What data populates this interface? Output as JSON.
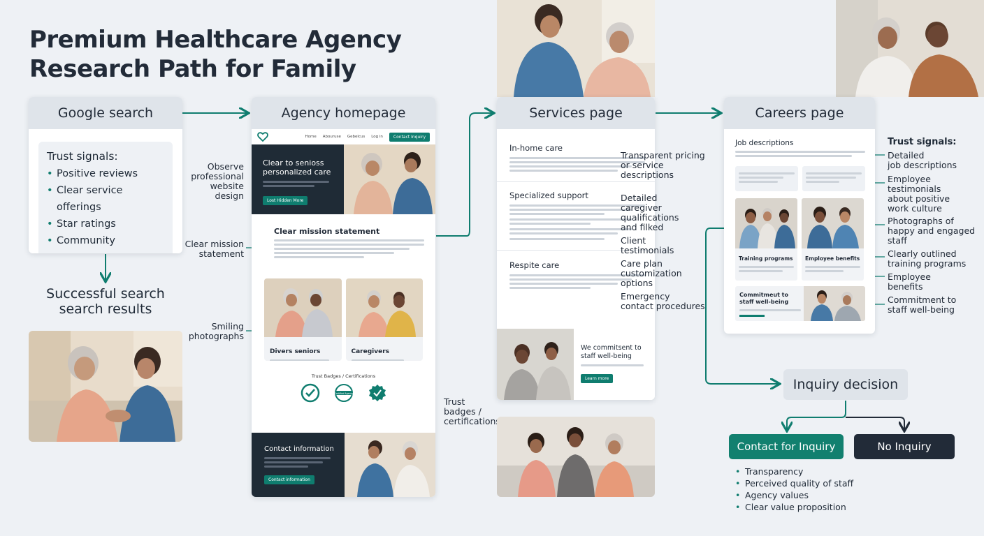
{
  "title_line1": "Premium Healthcare Agency",
  "title_line2": "Research Path for Family",
  "google": {
    "header": "Google search",
    "trust_title": "Trust signals:",
    "items": [
      "Positive reviews",
      "Clear service offerings",
      "Star ratings",
      "Community presence"
    ],
    "result_line1": "Successful search",
    "result_line2": "search results"
  },
  "homepage": {
    "header": "Agency homepage",
    "nav": [
      "Home",
      "Abouruse",
      "Gebelcus",
      "Log in"
    ],
    "nav_button": "Contact Inquiry",
    "hero_line1": "Clear to senioss",
    "hero_line2": "personalized care",
    "hero_button": "Lost Hidden More",
    "mission_title": "Clear mission statement",
    "tile1_title": "Divers seniors",
    "tile2_title": "Caregivers",
    "badges_title": "Trust Badges / Certifications",
    "badge_label": "Certified Agency",
    "contact_title": "Contact information",
    "contact_button": "Contact information",
    "annot_observe": [
      "Observe",
      "professional",
      "website",
      "design"
    ],
    "annot_mission": [
      "Clear mission",
      "statement"
    ],
    "annot_smiling": [
      "Smiling",
      "photographs"
    ],
    "annot_trust": [
      "Trust",
      "badges /",
      "certifications"
    ]
  },
  "services": {
    "header": "Services page",
    "s1": "In-home care",
    "s2": "Specialized support",
    "s3": "Respite care",
    "staff_line1": "We commitsent to",
    "staff_line2": "staff well-being",
    "staff_button": "Learn more",
    "annot_pricing": [
      "Transparent pricing",
      "or service",
      "descriptions"
    ],
    "annot_caregiver": [
      "Detailed",
      "caregiver",
      "qualifications",
      "and filked"
    ],
    "annot_client": [
      "Client",
      "testimonials"
    ],
    "annot_careplan": [
      "Care plan",
      "customization",
      "options"
    ],
    "annot_emergency": [
      "Emergency",
      "contact procedures"
    ]
  },
  "careers": {
    "header": "Careers page",
    "jobdesc": "Job descriptions",
    "training": "Training programs",
    "benefits": "Employee benefits",
    "commit_line1": "Commitmeut to",
    "commit_line2": "staff well-being",
    "trust_title": "Trust signals:",
    "annots": [
      [
        "Detailed",
        "job descriptions"
      ],
      [
        "Employee",
        "testimonials",
        "about positive",
        "work culture"
      ],
      [
        "Photographs of",
        "happy and engaged",
        "staff"
      ],
      [
        "Clearly outlined",
        "training programs"
      ],
      [
        "Employee",
        "benefits"
      ],
      [
        "Commitment to",
        "staff well-being"
      ]
    ]
  },
  "decision": {
    "label": "Inquiry decision",
    "yes": "Contact for Inquiry",
    "no": "No Inquiry",
    "factors": [
      "Transparency",
      "Perceived quality of staff",
      "Agency values",
      "Clear value proposition"
    ]
  },
  "colors": {
    "teal": "#0f7d6f",
    "navy": "#222b38",
    "header_gray": "#dfe4ea"
  },
  "icons": [
    "heart-logo-icon",
    "check-badge-icon",
    "certified-badge-icon",
    "award-badge-icon"
  ]
}
